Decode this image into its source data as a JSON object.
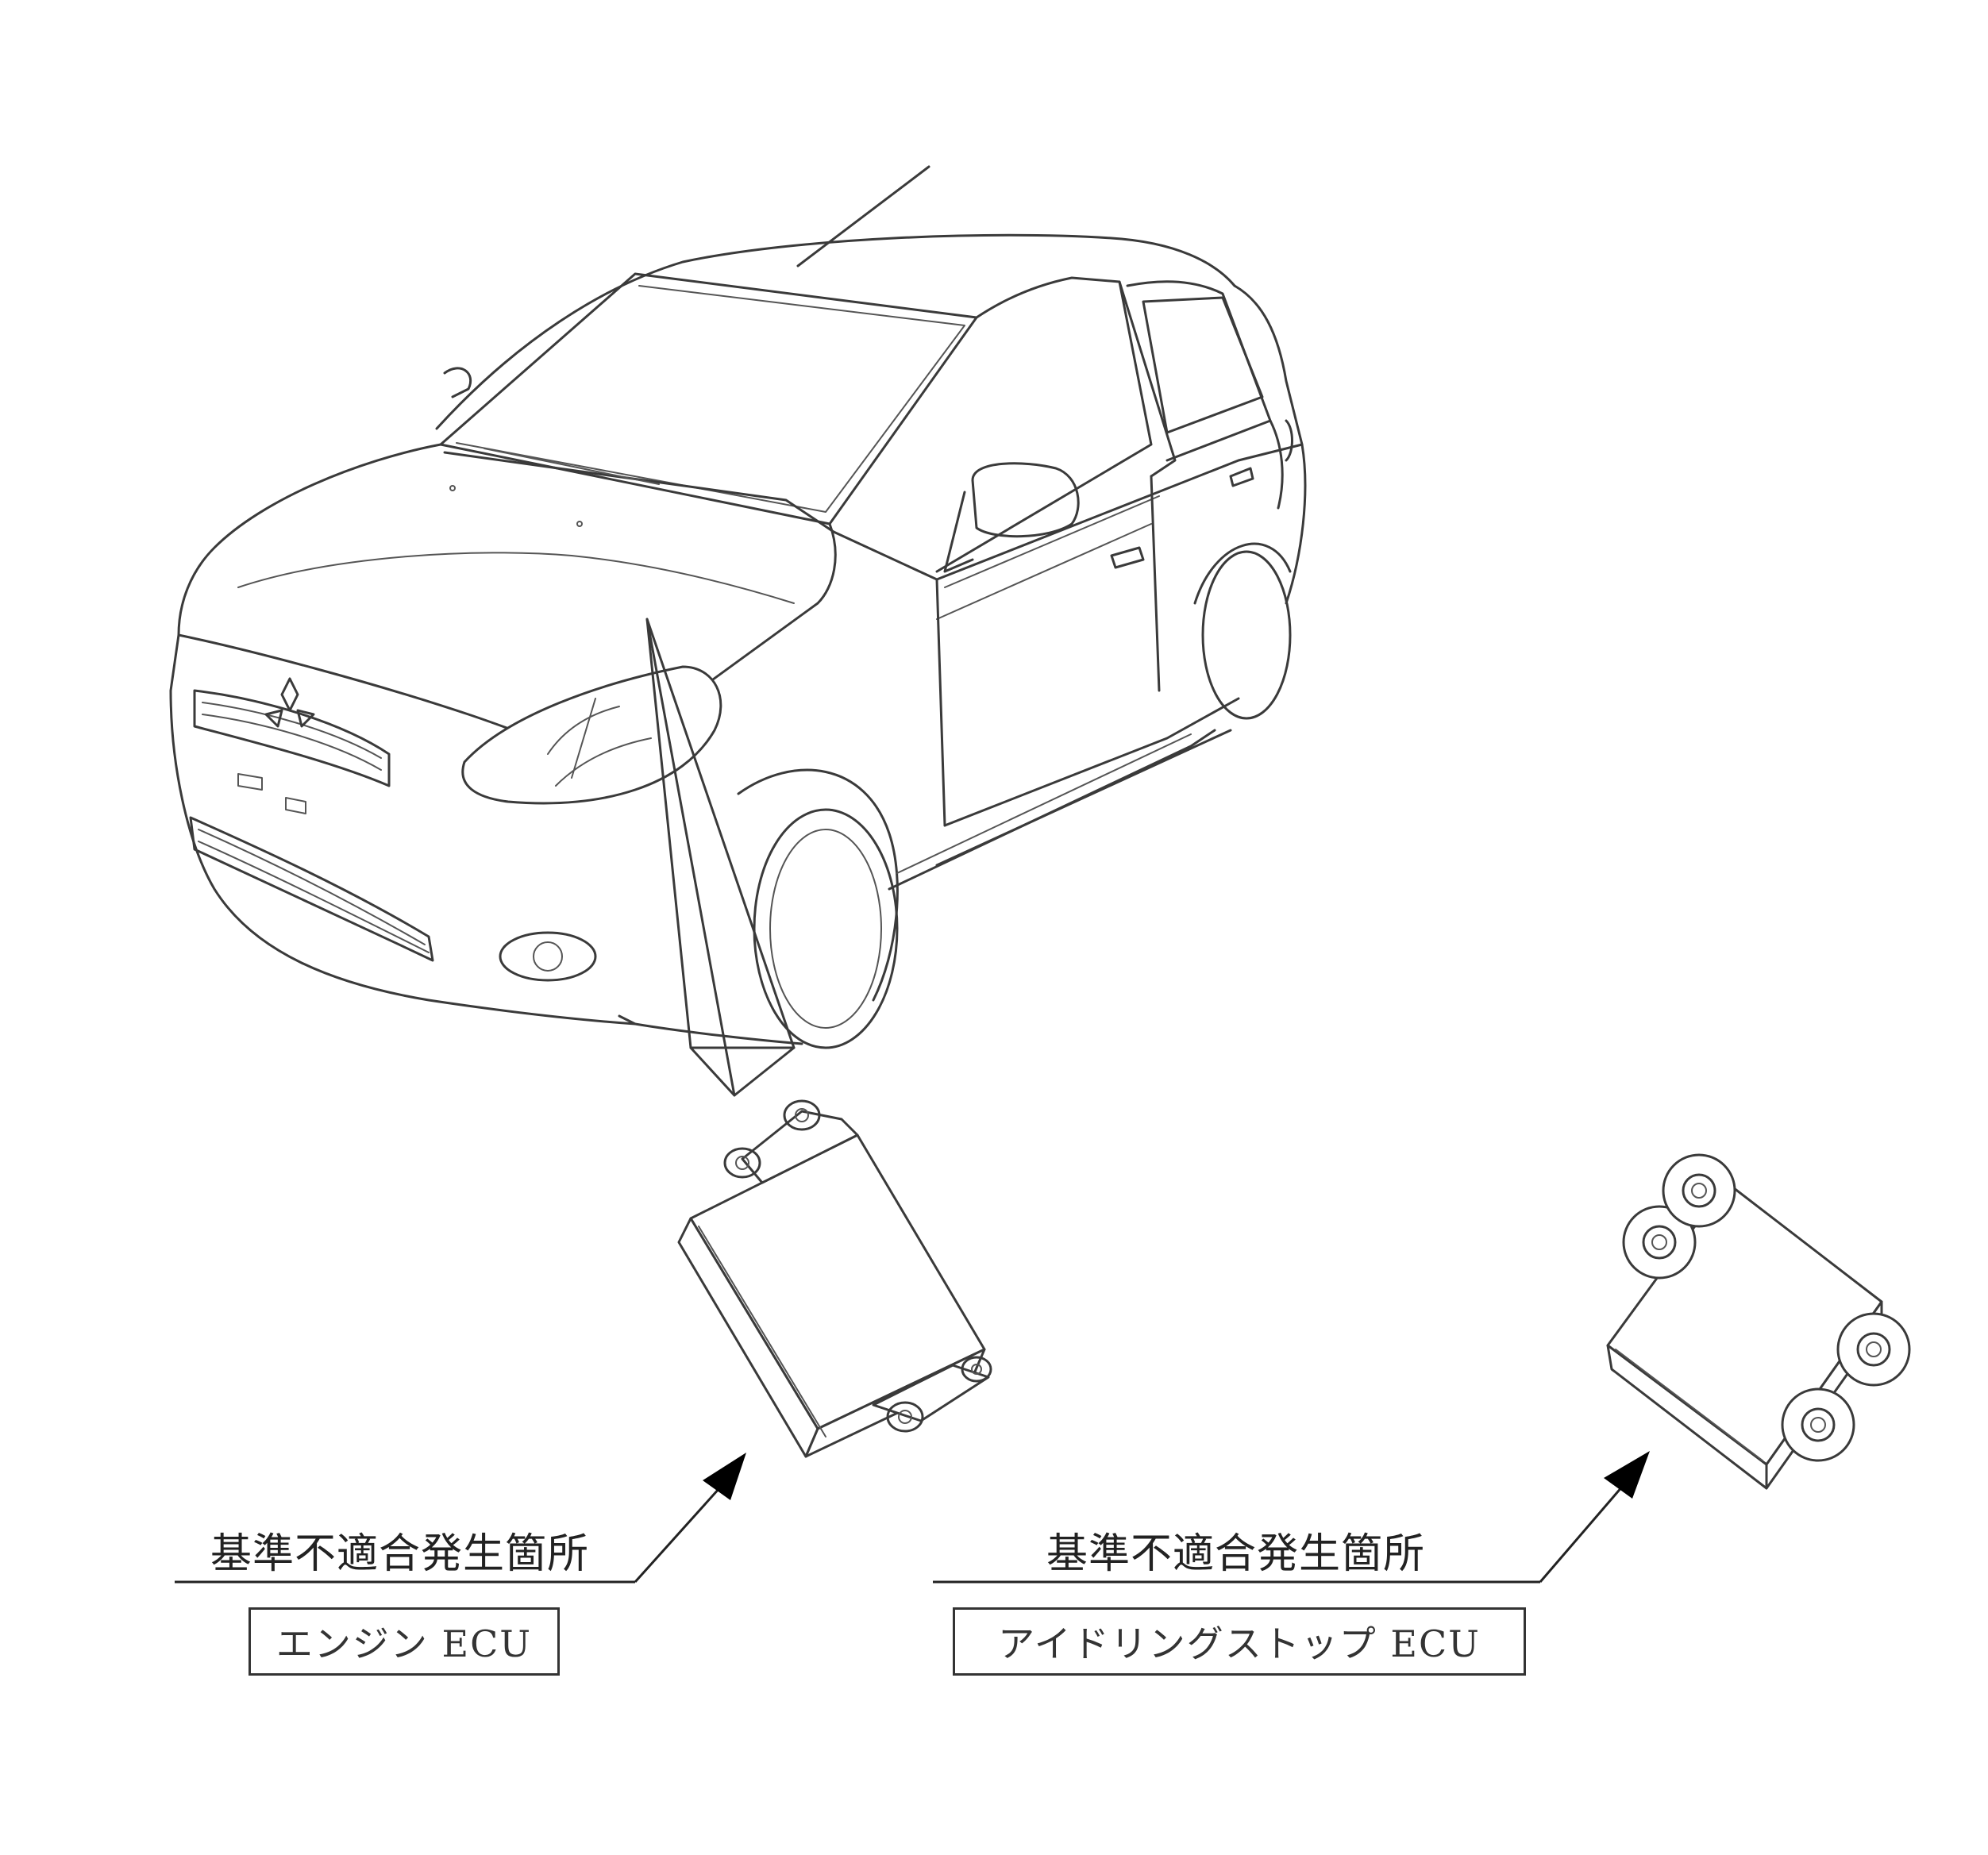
{
  "figure": {
    "engine_ecu_callout": {
      "caption": "基準不適合発生箇所",
      "label": "エンジン ECU"
    },
    "idling_stop_ecu_callout": {
      "caption": "基準不適合発生箇所",
      "label": "アイドリングストップ ECU"
    }
  },
  "colors": {
    "line": "#3a3a3a",
    "arrow": "#000000",
    "background": "#ffffff"
  }
}
